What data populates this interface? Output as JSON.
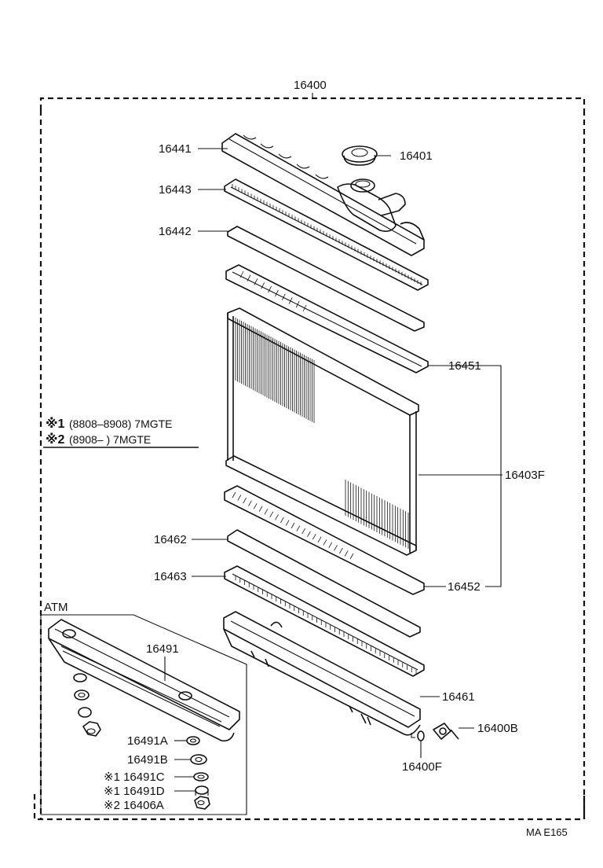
{
  "diagram": {
    "assembly_number": "16400",
    "code": "MA  E165",
    "legend": [
      {
        "mark": "※1",
        "text": "(8808–8908) 7MGTE"
      },
      {
        "mark": "※2",
        "text": "(8908–        ) 7MGTE"
      }
    ],
    "atm_label": "ATM",
    "callouts": {
      "p16441": "16441",
      "p16401": "16401",
      "p16443": "16443",
      "p16442": "16442",
      "p16451": "16451",
      "p16403F": "16403F",
      "p16462": "16462",
      "p16463": "16463",
      "p16452": "16452",
      "p16491": "16491",
      "p16461": "16461",
      "p16400B": "16400B",
      "p16400F": "16400F",
      "p16491A": "16491A",
      "p16491B": "16491B",
      "p16491C": "※1 16491C",
      "p16491D": "※1 16491D",
      "p16406A": "※2 16406A"
    }
  }
}
